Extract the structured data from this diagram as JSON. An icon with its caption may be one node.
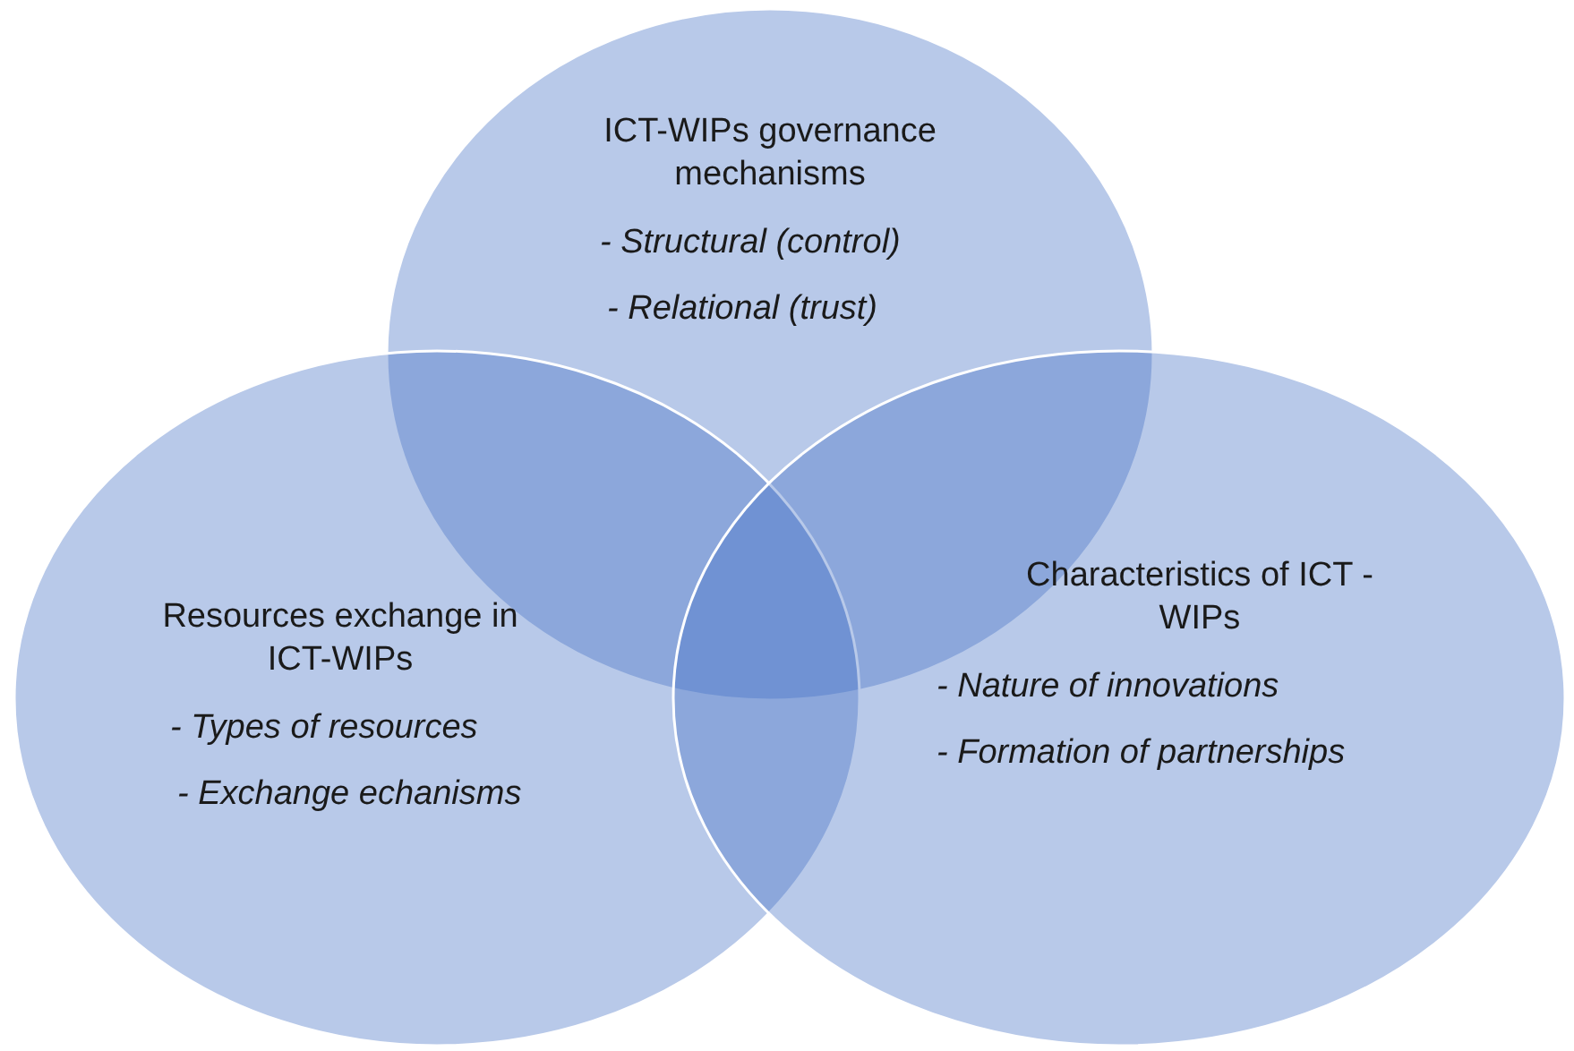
{
  "diagram": {
    "nodes": [
      {
        "text": [
          "ICT-WIPs governance mechanisms",
          "- Structural (control)",
          "- Relational (trust)"
        ]
      },
      {
        "text": [
          "Resources exchange in ICT-WIPs",
          "- Types of resources",
          "- Exchange echanisms"
        ]
      },
      {
        "text": [
          "Characteristics of ICT - WIPs",
          "- Nature of innovations",
          "- Formation of partnerships"
        ]
      }
    ]
  }
}
